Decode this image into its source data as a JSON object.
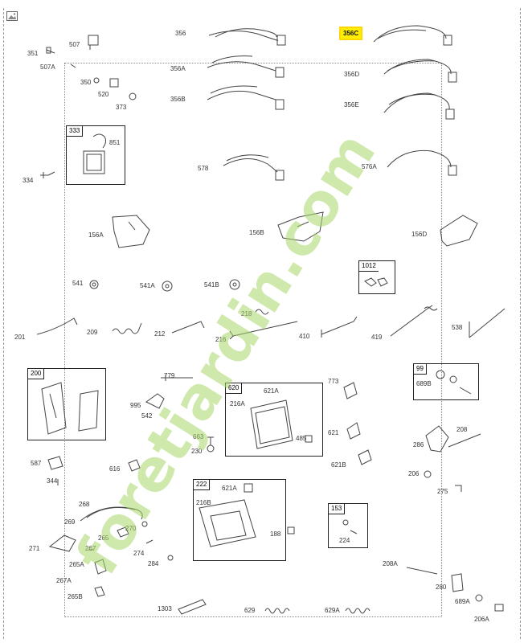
{
  "colors": {
    "highlight": "#ffee00",
    "watermark_orange": "#f6a94a",
    "watermark_green": "#a8d86a",
    "watermark_gray": "#c9b9ac",
    "line": "#333333"
  },
  "watermark": "foretjardin.com",
  "labels": {
    "p351": "351",
    "p507": "507",
    "p507A": "507A",
    "p356": "356",
    "p356C": "356C",
    "p356A": "356A",
    "p356D": "356D",
    "p350": "350",
    "p520": "520",
    "p373": "373",
    "p356B": "356B",
    "p356E": "356E",
    "p851": "851",
    "p578": "578",
    "p576A": "576A",
    "p334": "334",
    "p156A": "156A",
    "p156B": "156B",
    "p156D": "156D",
    "p541": "541",
    "p541A": "541A",
    "p541B": "541B",
    "p218": "218",
    "p201": "201",
    "p209": "209",
    "p212": "212",
    "p216": "216",
    "p410": "410",
    "p419": "419",
    "p538": "538",
    "p779": "779",
    "p773": "773",
    "p621A": "621A",
    "p216A": "216A",
    "p995": "995",
    "p542": "542",
    "p689B": "689B",
    "p621": "621",
    "p485": "485",
    "p663": "663",
    "p230": "230",
    "p208": "208",
    "p286": "286",
    "p621B": "621B",
    "p587": "587",
    "p616": "616",
    "p344": "344",
    "p206": "206",
    "p275": "275",
    "p621A2": "621A",
    "p268": "268",
    "p216B": "216B",
    "p269": "269",
    "p270": "270",
    "p265": "265",
    "p267": "267",
    "p188": "188",
    "p271": "271",
    "p274": "274",
    "p224": "224",
    "p265A": "265A",
    "p284": "284",
    "p267A": "267A",
    "p208A": "208A",
    "p280": "280",
    "p265B": "265B",
    "p689A": "689A",
    "p1303": "1303",
    "p629": "629",
    "p629A": "629A",
    "p206A": "206A"
  },
  "boxes": {
    "b333": "333",
    "b1012": "1012",
    "b200": "200",
    "b620": "620",
    "b99": "99",
    "b222": "222",
    "b153": "153"
  },
  "icons": {
    "frame": "image-icon"
  }
}
